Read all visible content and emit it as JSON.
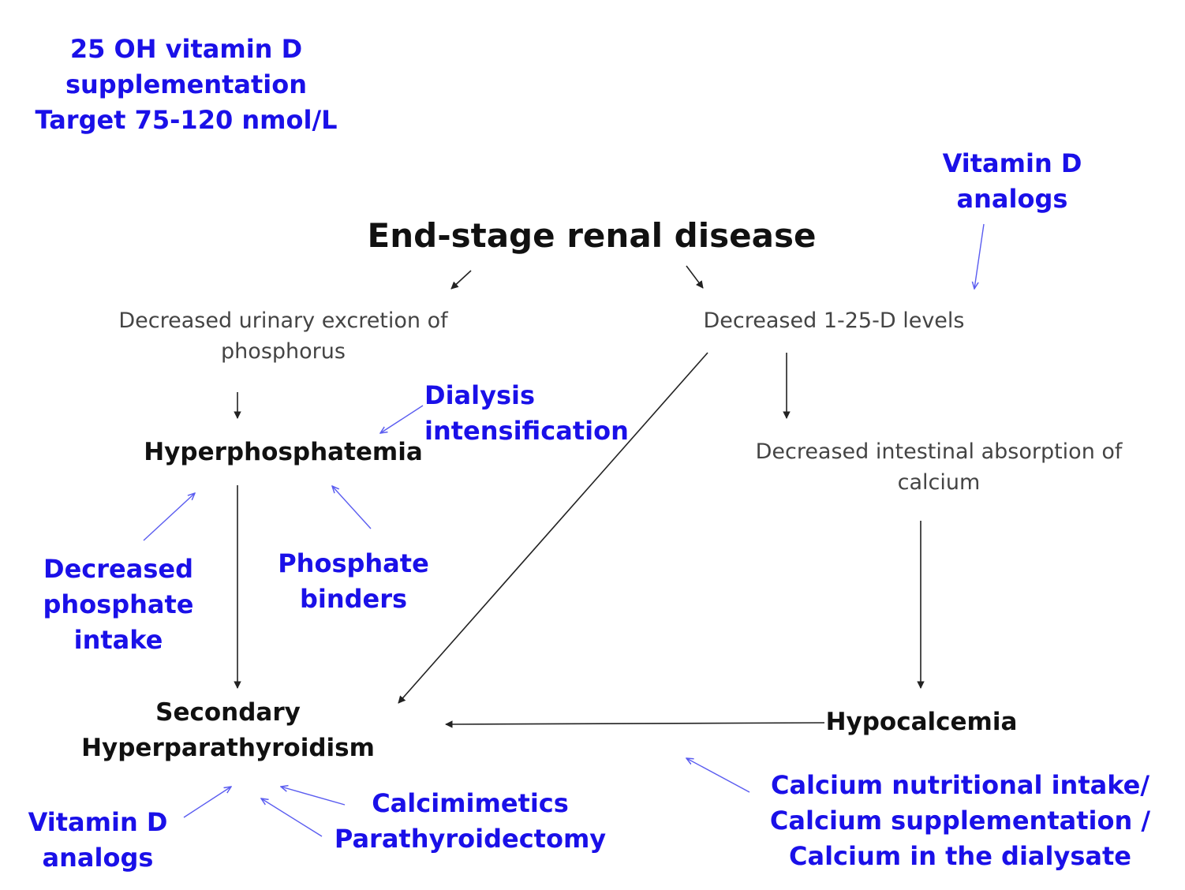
{
  "colors": {
    "intervention": "#1a10e8",
    "pathology": "#111111",
    "mechanism": "#444444",
    "arrow_dark": "#222222",
    "arrow_blue": "#5a5cf0"
  },
  "title": "End-stage renal disease",
  "interventions": {
    "vitamin_d_supplementation": [
      "25 OH vitamin D",
      "supplementation",
      "Target 75-120 nmol/L"
    ],
    "vitamin_d_analogs_top": [
      "Vitamin D",
      "analogs"
    ],
    "dialysis_intensification": [
      "Dialysis",
      "intensification"
    ],
    "decreased_phosphate_intake": [
      "Decreased",
      "phosphate",
      "intake"
    ],
    "phosphate_binders": [
      "Phosphate",
      "binders"
    ],
    "vitamin_d_analogs_bottom": [
      "Vitamin D",
      "analogs"
    ],
    "calcimimetics": "Calcimimetics",
    "parathyroidectomy": "Parathyroidectomy",
    "calcium_measures": [
      "Calcium nutritional intake/",
      "Calcium supplementation /",
      "Calcium in the dialysate"
    ]
  },
  "mechanisms": {
    "decreased_urinary_excretion": [
      "Decreased urinary excretion of",
      "phosphorus"
    ],
    "decreased_1_25_d": "Decreased 1-25-D levels",
    "decreased_intestinal_absorption": [
      "Decreased intestinal absorption of",
      "calcium"
    ]
  },
  "conditions": {
    "hyperphosphatemia": "Hyperphosphatemia",
    "secondary_hyperparathyroidism": [
      "Secondary",
      "Hyperparathyroidism"
    ],
    "hypocalcemia": "Hypocalcemia"
  }
}
